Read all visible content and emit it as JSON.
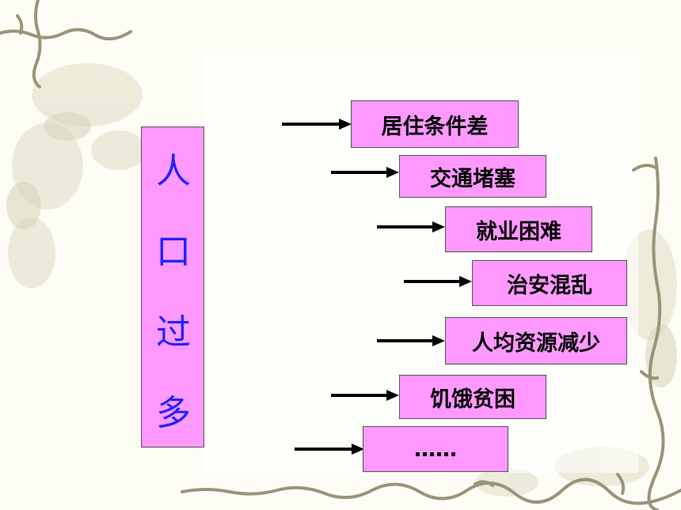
{
  "title": {
    "chars": [
      "人",
      "口",
      "过",
      "多"
    ]
  },
  "effects": [
    {
      "label": "居住条件差"
    },
    {
      "label": "交通堵塞"
    },
    {
      "label": "就业困难"
    },
    {
      "label": "治安混乱"
    },
    {
      "label": "人均资源减少"
    },
    {
      "label": "饥饿贫困"
    },
    {
      "label": "……"
    }
  ],
  "colors": {
    "box_fill": "#ff99ff",
    "title_text": "#2222ff",
    "vine": "#9a9478"
  }
}
